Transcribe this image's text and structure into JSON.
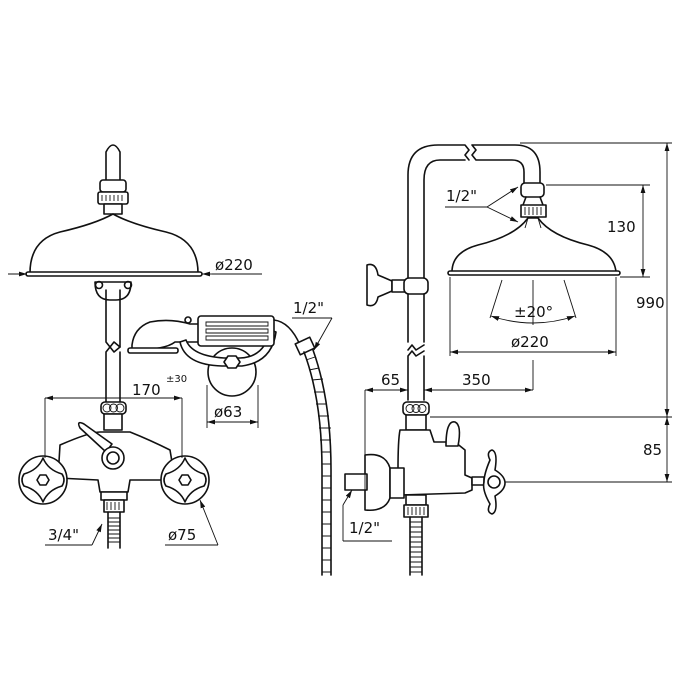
{
  "drawing": {
    "left_view": {
      "head_diameter": "ø220",
      "hose_thread": "1/2\"",
      "center_distance": "170",
      "center_tolerance": "±30",
      "wall_plate_diameter": "ø63",
      "outlet_thread": "3/4\"",
      "handle_diameter": "ø75"
    },
    "right_view": {
      "head_thread": "1/2\"",
      "head_height": "130",
      "total_height": "990",
      "tilt_angle": "±20°",
      "head_diameter": "ø220",
      "wall_offset": "65",
      "arm_projection": "350",
      "mixer_height": "85",
      "inlet_thread": "1/2\""
    }
  }
}
